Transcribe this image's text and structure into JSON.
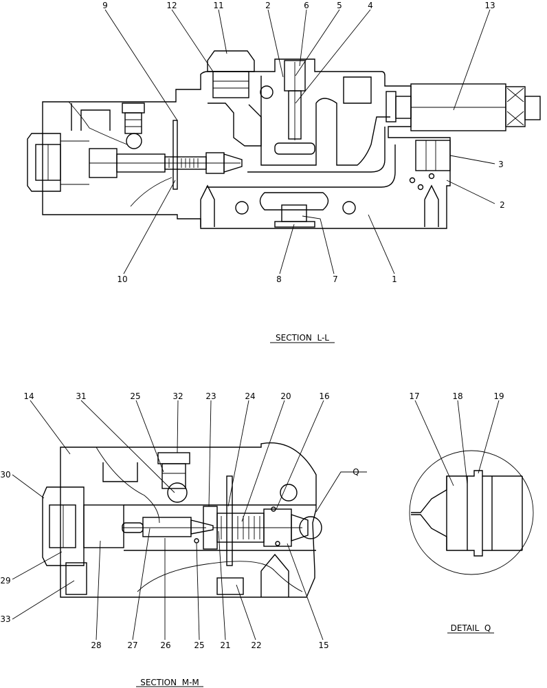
{
  "sections": {
    "ll": {
      "title": "SECTION  L-L"
    },
    "mm": {
      "title": "SECTION  M-M"
    },
    "q": {
      "title": "DETAIL  Q"
    }
  },
  "callouts": {
    "ll": [
      "9",
      "12",
      "11",
      "2",
      "6",
      "5",
      "4",
      "13",
      "3",
      "2",
      "10",
      "8",
      "7",
      "1"
    ],
    "mm": [
      "14",
      "31",
      "25",
      "32",
      "23",
      "24",
      "20",
      "16",
      "Q",
      "30",
      "29",
      "33",
      "28",
      "27",
      "26",
      "25",
      "21",
      "22",
      "15"
    ],
    "q": [
      "17",
      "18",
      "19"
    ]
  }
}
